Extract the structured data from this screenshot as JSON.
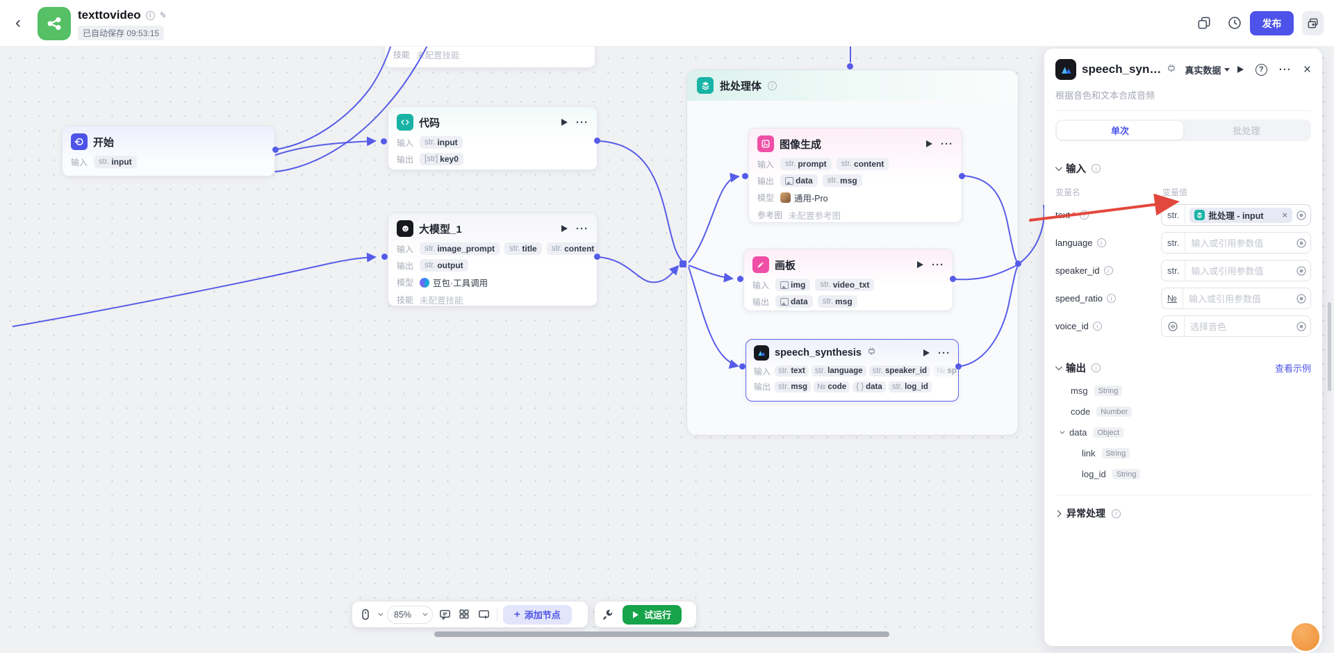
{
  "topbar": {
    "back": "‹",
    "title": "texttovideo",
    "autosave": "已自动保存 09:53:15",
    "publish": "发布"
  },
  "canvas": {
    "partial_top": {
      "label": "技能",
      "value": "未配置技能"
    },
    "nodes": {
      "start": {
        "title": "开始",
        "in_label": "输入",
        "chip": {
          "prefix": "str.",
          "name": "input"
        }
      },
      "code": {
        "title": "代码",
        "in_label": "输入",
        "out_label": "输出",
        "in_chip": {
          "prefix": "str.",
          "name": "input"
        },
        "out_chip": {
          "prefix": "[str]",
          "name": "key0"
        }
      },
      "llm": {
        "title": "大模型_1",
        "in_label": "输入",
        "chips": [
          {
            "prefix": "str.",
            "name": "image_prompt"
          },
          {
            "prefix": "str.",
            "name": "title"
          },
          {
            "prefix": "str.",
            "name": "content"
          }
        ],
        "out_label": "输出",
        "out_chip": {
          "prefix": "str.",
          "name": "output"
        },
        "model_label": "模型",
        "model": "豆包·工具调用",
        "skill_label": "技能",
        "skill": "未配置技能"
      },
      "batch": {
        "title": "批处理体"
      },
      "image_gen": {
        "title": "图像生成",
        "in_label": "输入",
        "in_chips": [
          {
            "prefix": "str.",
            "name": "prompt"
          },
          {
            "prefix": "str.",
            "name": "content"
          }
        ],
        "out_label": "输出",
        "out_chips": [
          {
            "prefix": "",
            "name": "data"
          },
          {
            "prefix": "str.",
            "name": "msg"
          }
        ],
        "model_label": "模型",
        "model": "通用-Pro",
        "ref_label": "参考图",
        "ref_value": "未配置参考图"
      },
      "board": {
        "title": "画板",
        "in_label": "输入",
        "in_chips": [
          {
            "prefix": "",
            "name": "img"
          },
          {
            "prefix": "str.",
            "name": "video_txt"
          }
        ],
        "out_label": "输出",
        "out_chips": [
          {
            "prefix": "",
            "name": "data"
          },
          {
            "prefix": "str.",
            "name": "msg"
          }
        ]
      },
      "speech": {
        "title": "speech_synthesis",
        "in_label": "输入",
        "in_chips": [
          {
            "prefix": "str.",
            "name": "text"
          },
          {
            "prefix": "str.",
            "name": "language"
          },
          {
            "prefix": "str.",
            "name": "speaker_id"
          },
          {
            "prefix": "№",
            "name": "sp"
          }
        ],
        "out_label": "输出",
        "out_chips": [
          {
            "prefix": "str.",
            "name": "msg"
          },
          {
            "prefix": "№",
            "name": "code"
          },
          {
            "prefix": "{ }",
            "name": "data"
          },
          {
            "prefix": "str.",
            "name": "log_id"
          }
        ]
      }
    }
  },
  "toolbar": {
    "zoom": "85%",
    "add_node": "添加节点",
    "run": "试运行"
  },
  "panel": {
    "title": "speech_syn…",
    "mode": "真实数据",
    "subtitle": "根据音色和文本合成音频",
    "tab_single": "单次",
    "tab_batch": "批处理",
    "input": {
      "title": "输入",
      "col_name": "变量名",
      "col_value": "变量值",
      "rows": [
        {
          "name": "text",
          "req": "*",
          "type": "str.",
          "ref": "批处理 - input",
          "remove": "×"
        },
        {
          "name": "language",
          "req": "",
          "type": "str.",
          "ph": "输入或引用参数值"
        },
        {
          "name": "speaker_id",
          "req": "",
          "type": "str.",
          "ph": "输入或引用参数值"
        },
        {
          "name": "speed_ratio",
          "req": "",
          "type": "№",
          "ph": "输入或引用参数值"
        },
        {
          "name": "voice_id",
          "req": "",
          "type": "",
          "ph": "选择音色"
        }
      ]
    },
    "output": {
      "title": "输出",
      "link": "查看示例",
      "rows": [
        {
          "name": "msg",
          "type": "String"
        },
        {
          "name": "code",
          "type": "Number"
        },
        {
          "name": "data",
          "type": "Object"
        },
        {
          "name": "link",
          "type": "String"
        },
        {
          "name": "log_id",
          "type": "String"
        }
      ]
    },
    "exception": {
      "title": "异常处理"
    }
  },
  "colors": {
    "accent": "#4d53e8",
    "edge": "#565ce8",
    "teal": "#17b3a6",
    "pink": "#ef4fa6",
    "green_run": "#16a34a",
    "app_green": "#55c065",
    "arrow_red": "#e2483d"
  }
}
